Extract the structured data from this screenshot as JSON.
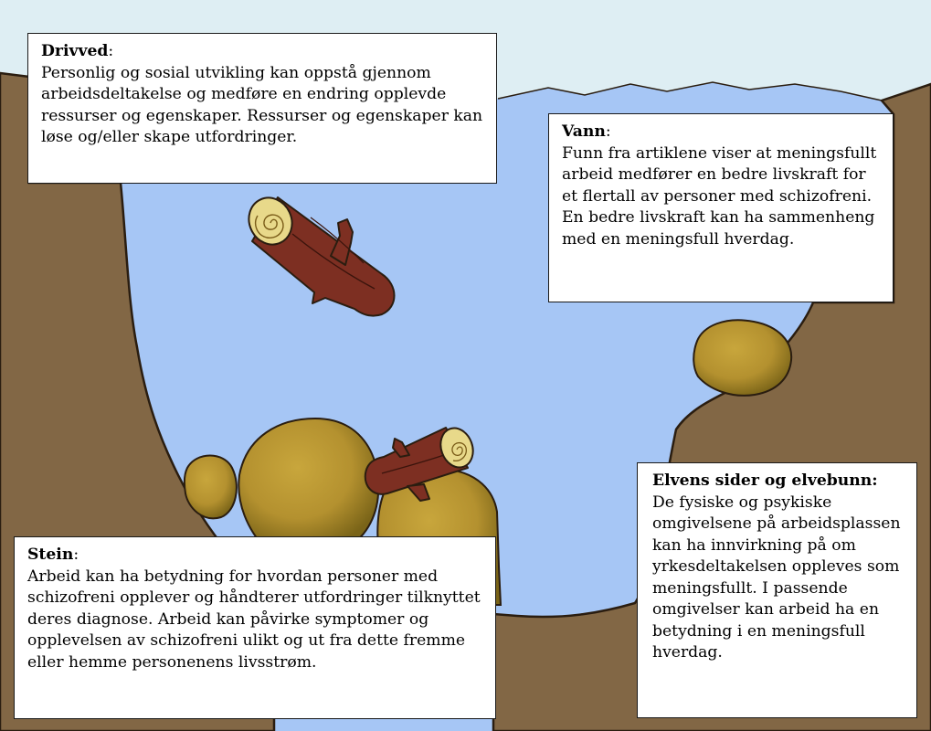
{
  "colors": {
    "sky": "#deeef3",
    "water": "#a6c6f5",
    "earth": "#826745",
    "earth_line": "#2a1d10",
    "stone": "#b89736",
    "stone_dark": "#6e5a1a",
    "log": "#7d2f22",
    "log_end": "#e8d98a"
  },
  "boxes": {
    "drivved": {
      "title": "Drivved",
      "title_suffix": ":",
      "body": "Personlig og sosial utvikling kan oppstå gjennom arbeidsdeltakelse og medføre en endring opplevde ressurser og egenskaper. Ressurser og egenskaper kan løse og/eller skape utfordringer."
    },
    "vann": {
      "title": "Vann",
      "title_suffix": ":",
      "body": "Funn fra artiklene viser at meningsfullt arbeid medfører en bedre livskraft for et flertall av personer med schizofreni. En bedre livskraft kan ha sammenheng med en meningsfull hverdag."
    },
    "stein": {
      "title": "Stein",
      "title_suffix": ":",
      "body": "Arbeid kan ha betydning for hvordan personer med schizofreni opplever og håndterer utfordringer tilknyttet deres diagnose. Arbeid kan påvirke symptomer og opplevelsen av schizofreni ulikt og ut fra dette fremme eller hemme personenens livsstrøm."
    },
    "elv": {
      "title": "Elvens sider og elvebunn:",
      "title_suffix": "",
      "body": "De fysiske og psykiske omgivelsene på arbeidsplassen kan ha innvirkning på om yrkesdeltakelsen oppleves som meningsfullt. I passende omgivelser kan arbeid ha en betydning i en meningsfull hverdag."
    }
  }
}
